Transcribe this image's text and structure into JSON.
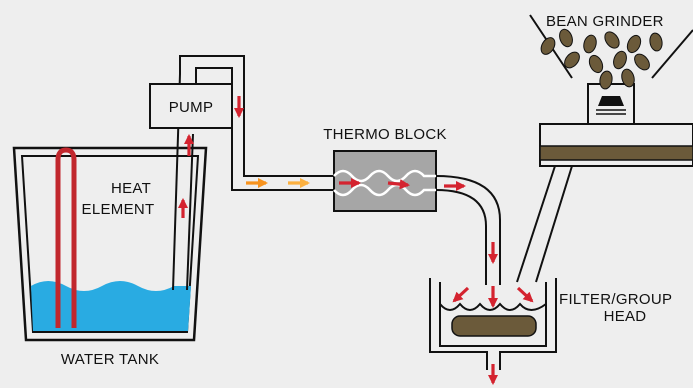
{
  "labels": {
    "bean_grinder": "BEAN GRINDER",
    "pump": "PUMP",
    "thermo_block": "THERMO BLOCK",
    "heat_element_line1": "HEAT",
    "heat_element_line2": "ELEMENT",
    "water_tank": "WATER TANK",
    "filter_line1": "FILTER/GROUP",
    "filter_line2": "HEAD"
  },
  "colors": {
    "background": "#eeeeee",
    "outline": "#111111",
    "water": "#29abe2",
    "heater": "#c1272d",
    "arrow_hot": "#d4232f",
    "arrow_warm": "#f7931e",
    "arrow_light": "#fbb040",
    "coffee": "#6b5a3a",
    "thermo_block": "#a6a6a6"
  }
}
